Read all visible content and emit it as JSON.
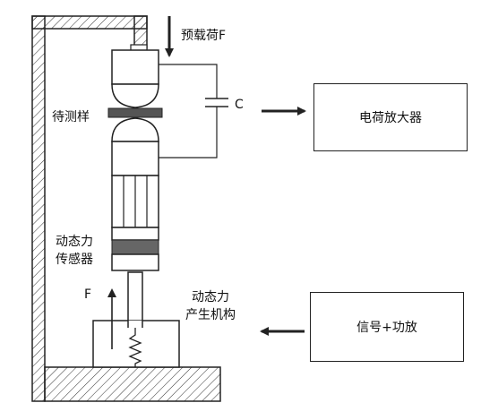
{
  "labels": {
    "preload": "预载荷F",
    "capacitor": "C",
    "sample": "待测样",
    "sensor_line1": "动态力",
    "sensor_line2": "传感器",
    "force": "F",
    "generator_line1": "动态力",
    "generator_line2": "产生机构"
  },
  "boxes": {
    "charge_amplifier": "电荷放大器",
    "signal_amplifier": "信号+功放"
  },
  "colors": {
    "line": "#222222",
    "sample_fill": "#555555",
    "sensor_band": "#666666"
  }
}
